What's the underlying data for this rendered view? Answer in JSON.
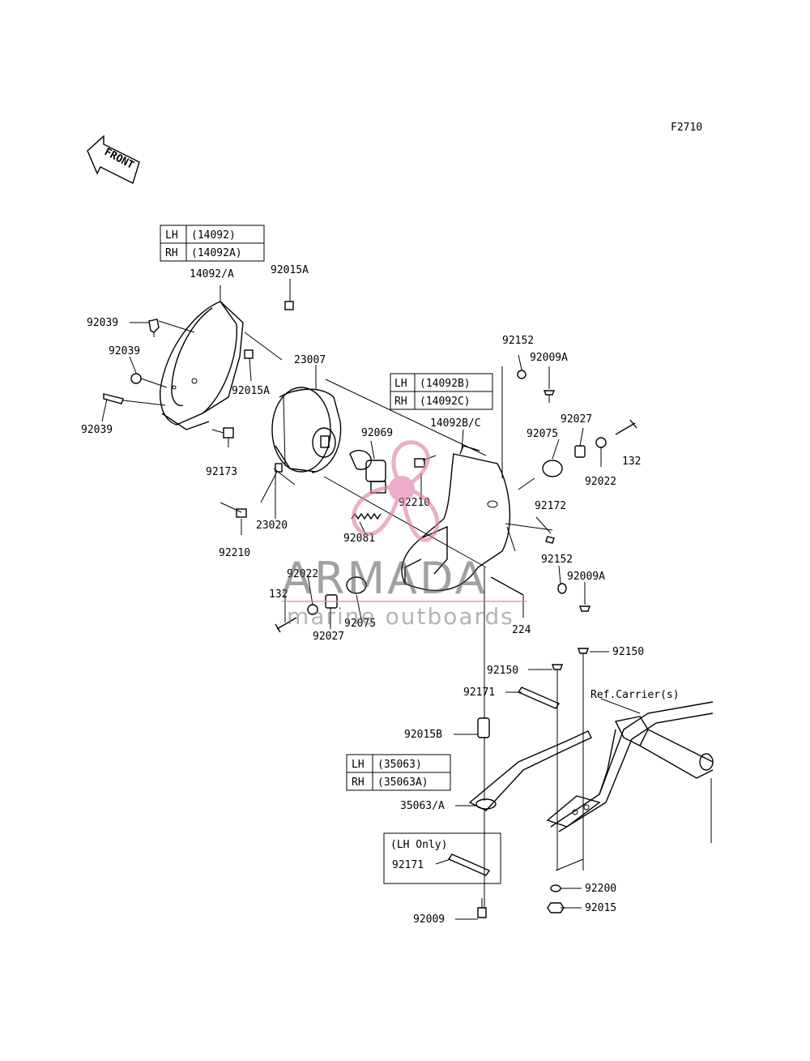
{
  "figure_code": "F2710",
  "front_label": "FRONT",
  "tables": {
    "headlight_case": [
      [
        "LH",
        "(14092)"
      ],
      [
        "RH",
        "(14092A)"
      ]
    ],
    "cover": [
      [
        "LH",
        "(14092B)"
      ],
      [
        "RH",
        "(14092C)"
      ]
    ],
    "bracket": [
      [
        "LH",
        "(35063)"
      ],
      [
        "RH",
        "(35063A)"
      ]
    ]
  },
  "lh_only_label": "(LH Only)",
  "ref_label": "Ref.Carrier(s)",
  "parts": {
    "p14092A": "14092/A",
    "p92015A_1": "92015A",
    "p92039_1": "92039",
    "p92039_2": "92039",
    "p92039_3": "92039",
    "p23007": "23007",
    "p92015A_2": "92015A",
    "p92173": "92173",
    "p92152_1": "92152",
    "p92009A_1": "92009A",
    "p14092BC": "14092B/C",
    "p92069": "92069",
    "p92027_1": "92027",
    "p92075_1": "92075",
    "p132_1": "132",
    "p92022_1": "92022",
    "p92210_1": "92210",
    "p23020": "23020",
    "p92081": "92081",
    "p92172": "92172",
    "p92210_2": "92210",
    "p92152_2": "92152",
    "p92009A_2": "92009A",
    "p92022_2": "92022",
    "p132_2": "132",
    "p92075_2": "92075",
    "p92027_2": "92027",
    "p224": "224",
    "p92150_1": "92150",
    "p92150_2": "92150",
    "p92171_1": "92171",
    "p92015B": "92015B",
    "p35063A": "35063/A",
    "p92171_2": "92171",
    "p92009": "92009",
    "p92200": "92200",
    "p92015": "92015"
  },
  "watermark": {
    "title": "ARMADA",
    "subtitle": "marine outboards"
  }
}
